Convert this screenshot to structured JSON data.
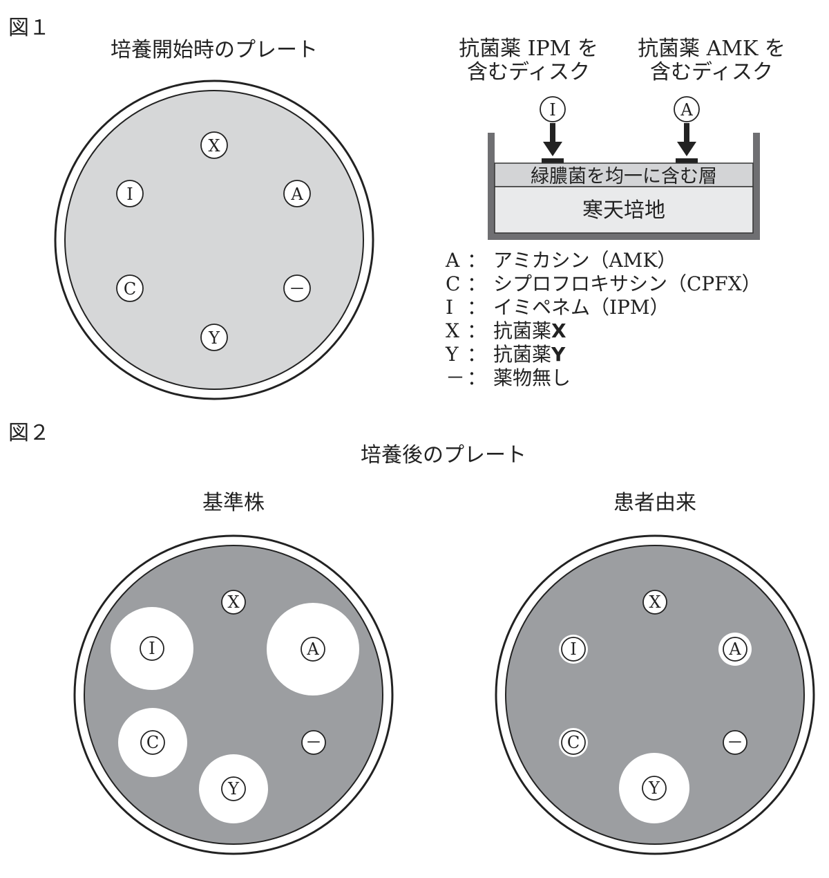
{
  "figure1": {
    "label": "図１",
    "plate_title": "培養開始時のプレート",
    "ipm_disc_caption_line1": "抗菌薬 IPM を",
    "ipm_disc_caption_line2": "含むディスク",
    "amk_disc_caption_line1": "抗菌薬 AMK を",
    "amk_disc_caption_line2": "含むディスク",
    "ipm_marker": "I",
    "amk_marker": "A",
    "layer_label": "緑膿菌を均一に含む層",
    "agar_label": "寒天培地",
    "discs": [
      "X",
      "I",
      "A",
      "C",
      "－",
      "Y"
    ]
  },
  "legend": [
    {
      "key": "A",
      "sep": "：",
      "desc": "アミカシン（AMK）",
      "bold": ""
    },
    {
      "key": "C",
      "sep": "：",
      "desc": "シプロフロキサシン（CPFX）",
      "bold": ""
    },
    {
      "key": "I",
      "sep": "：",
      "desc": "イミペネム（IPM）",
      "bold": ""
    },
    {
      "key": "X",
      "sep": "：",
      "desc": "抗菌薬",
      "bold": "X"
    },
    {
      "key": "Y",
      "sep": "：",
      "desc": "抗菌薬",
      "bold": "Y"
    },
    {
      "key": "－",
      "sep": "：",
      "desc": "薬物無し",
      "bold": ""
    }
  ],
  "figure2": {
    "label": "図２",
    "title": "培養後のプレート",
    "plates": [
      {
        "title": "基準株",
        "discs": [
          "X",
          "I",
          "A",
          "C",
          "－",
          "Y"
        ]
      },
      {
        "title": "患者由来",
        "discs": [
          "X",
          "I",
          "A",
          "C",
          "－",
          "Y"
        ]
      }
    ]
  },
  "colors": {
    "initial_plate": "#d6d7d8",
    "grown_plate": "#9c9ea1",
    "clear_zone": "#ffffff",
    "ink": "#222222"
  }
}
